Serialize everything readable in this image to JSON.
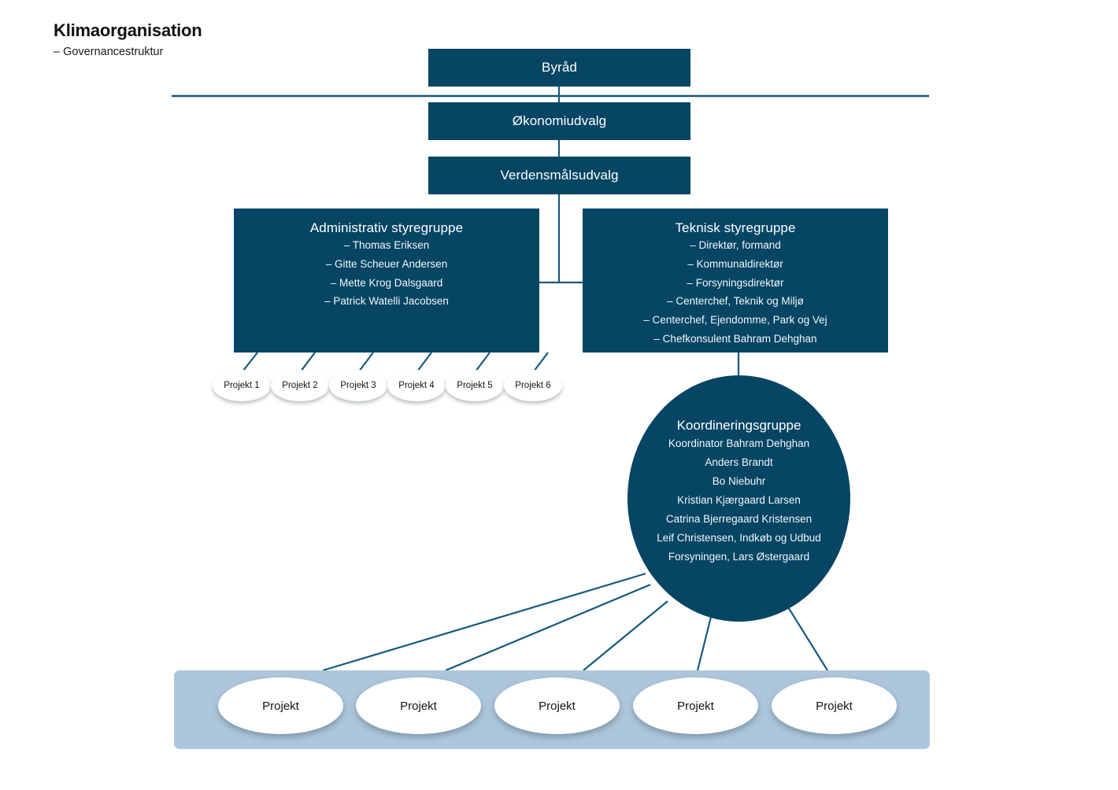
{
  "heading": {
    "title": "Klimaorganisation",
    "subtitle": "– Governancestruktur"
  },
  "colors": {
    "navy": "#064564",
    "panel": "#adc6db",
    "line": "#155a7d",
    "text_on_navy": "#ffffff",
    "background": "#ffffff"
  },
  "nodes": {
    "byraad": {
      "label": "Byråd"
    },
    "okonomiudvalg": {
      "label": "Økonomiudvalg"
    },
    "verdensmaalsudvalg": {
      "label": "Verdensmålsudvalg"
    },
    "administrativ_styregruppe": {
      "title": "Administrativ styregruppe",
      "members": [
        "– Thomas Eriksen",
        "– Gitte Scheuer Andersen",
        "– Mette Krog Dalsgaard",
        "– Patrick Watelli Jacobsen"
      ]
    },
    "teknisk_styregruppe": {
      "title": "Teknisk styregruppe",
      "members": [
        "– Direktør, formand",
        "– Kommunaldirektør",
        "– Forsyningsdirektør",
        "– Centerchef, Teknik og Miljø",
        "– Centerchef, Ejendomme, Park og Vej",
        "– Chefkonsulent Bahram Dehghan"
      ]
    },
    "koordineringsgruppe": {
      "title": "Koordineringsgruppe",
      "members": [
        "Koordinator Bahram Dehghan",
        "Anders Brandt",
        "Bo Niebuhr",
        "Kristian Kjærgaard Larsen",
        "Catrina Bjerregaard Kristensen",
        "Leif Christensen, Indkøb og Udbud",
        "Forsyningen, Lars Østergaard"
      ]
    }
  },
  "mini_projects": [
    {
      "label": "Projekt 1"
    },
    {
      "label": "Projekt 2"
    },
    {
      "label": "Projekt 3"
    },
    {
      "label": "Projekt 4"
    },
    {
      "label": "Projekt 5"
    },
    {
      "label": "Projekt 6"
    }
  ],
  "bottom_projects": [
    {
      "label": "Projekt"
    },
    {
      "label": "Projekt"
    },
    {
      "label": "Projekt"
    },
    {
      "label": "Projekt"
    },
    {
      "label": "Projekt"
    }
  ]
}
